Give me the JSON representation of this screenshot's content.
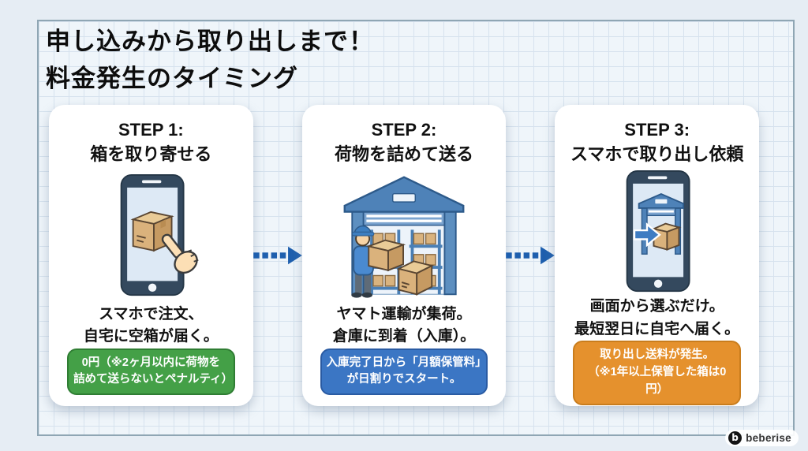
{
  "title": {
    "line1": "申し込みから取り出しまで！",
    "line2": "料金発生のタイミング"
  },
  "steps": [
    {
      "step_label": "STEP 1:",
      "step_title": "箱を取り寄せる",
      "icon": "smartphone-tap-box-icon",
      "desc1": "スマホで注文、",
      "desc2": "自宅に空箱が届く。",
      "badge1": "0円（※2ヶ月以内に荷物を",
      "badge2": "詰めて送らないとペナルティ）",
      "badge_bg": "#44a047",
      "badge_border": "#2f7d33"
    },
    {
      "step_label": "STEP 2:",
      "step_title": "荷物を詰めて送る",
      "icon": "warehouse-worker-icon",
      "desc1": "ヤマト運輸が集荷。",
      "desc2": "倉庫に到着（入庫）。",
      "badge1": "入庫完了日から「月額保管料」",
      "badge2": "が日割りでスタート。",
      "badge_bg": "#3b76c4",
      "badge_border": "#2a5ba3"
    },
    {
      "step_label": "STEP 3:",
      "step_title": "スマホで取り出し依頼",
      "icon": "smartphone-retrieve-box-icon",
      "desc1": "画面から選ぶだけ。",
      "desc2": "最短翌日に自宅へ届く。",
      "badge1": "取り出し送料が発生。",
      "badge2": "（※1年以上保管した箱は0円）",
      "badge_bg": "#e5912d",
      "badge_border": "#c97d1d"
    }
  ],
  "logo": {
    "mark": "b",
    "text": "beberise"
  },
  "colors": {
    "arrow": "#1e5fae",
    "frame_border": "#8fa6b4",
    "grid_line": "#d6e2ee",
    "canvas_bg": "#eff5fa",
    "outer_bg": "#e6edf4"
  }
}
